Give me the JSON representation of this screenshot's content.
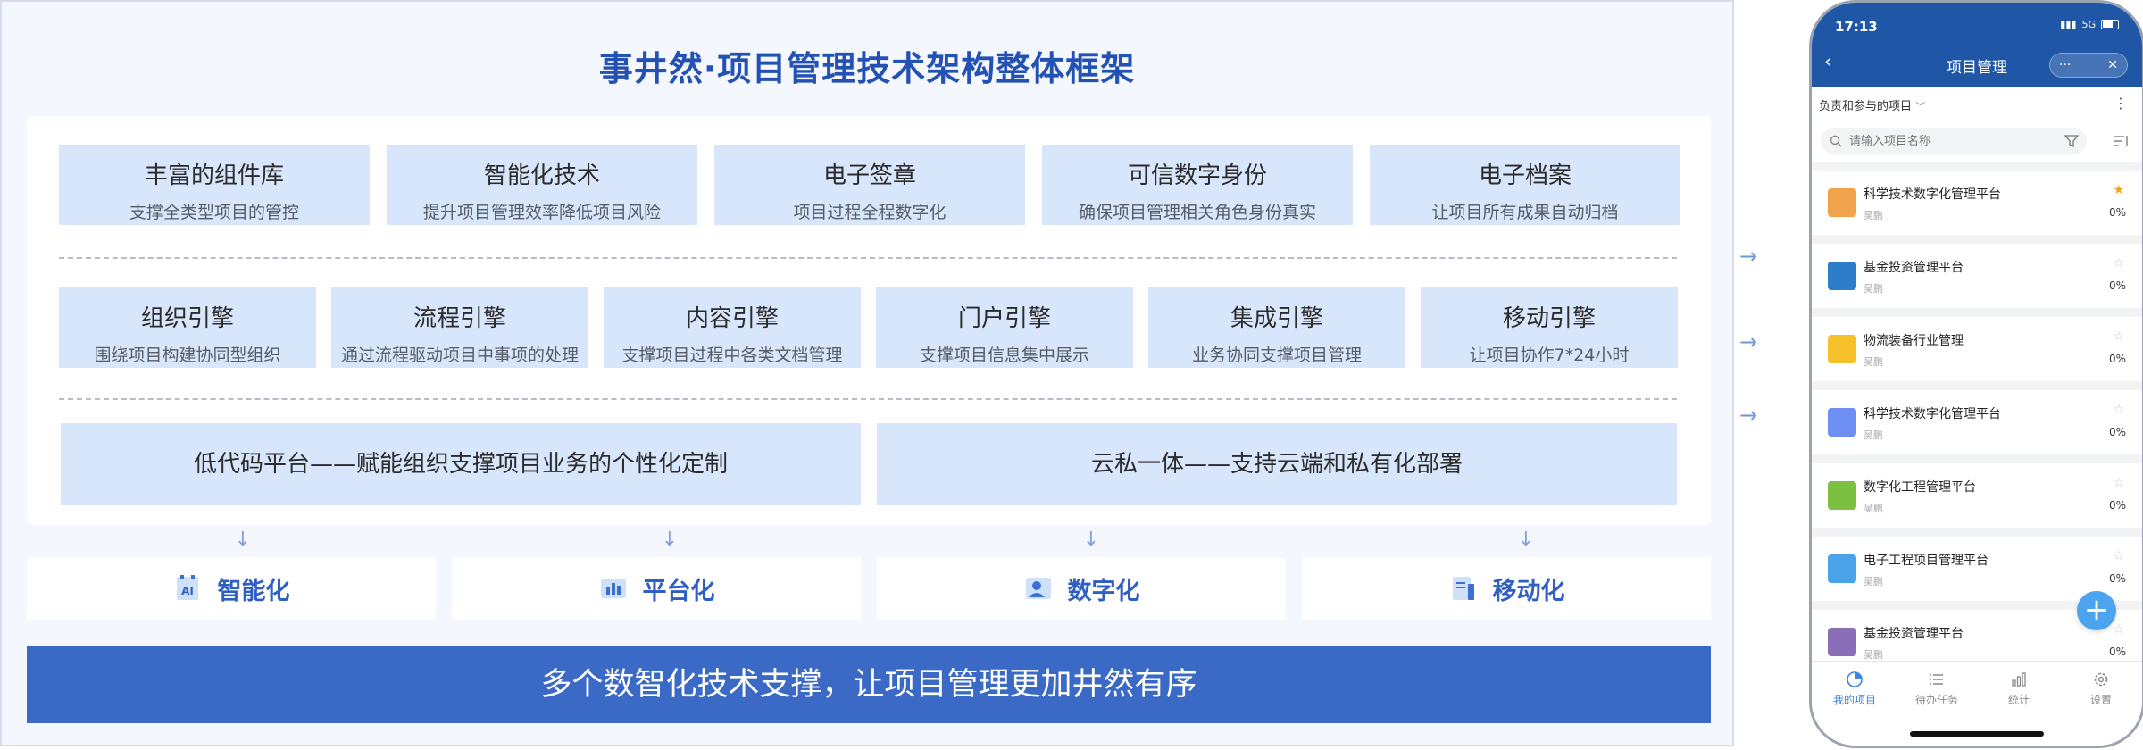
{
  "diagram": {
    "title": "事井然·项目管理技术架构整体框架",
    "row1": [
      {
        "title": "丰富的组件库",
        "subtitle": "支撑全类型项目的管控"
      },
      {
        "title": "智能化技术",
        "subtitle": "提升项目管理效率降低项目风险"
      },
      {
        "title": "电子签章",
        "subtitle": "项目过程全程数字化"
      },
      {
        "title": "可信数字身份",
        "subtitle": "确保项目管理相关角色身份真实"
      },
      {
        "title": "电子档案",
        "subtitle": "让项目所有成果自动归档"
      }
    ],
    "row2": [
      {
        "title": "组织引擎",
        "subtitle": "围绕项目构建协同型组织"
      },
      {
        "title": "流程引擎",
        "subtitle": "通过流程驱动项目中事项的处理"
      },
      {
        "title": "内容引擎",
        "subtitle": "支撑项目过程中各类文档管理"
      },
      {
        "title": "门户引擎",
        "subtitle": "支撑项目信息集中展示"
      },
      {
        "title": "集成引擎",
        "subtitle": "业务协同支撑项目管理"
      },
      {
        "title": "移动引擎",
        "subtitle": "让项目协作7*24小时"
      }
    ],
    "row3": [
      {
        "title": "低代码平台——赋能组织支撑项目业务的个性化定制"
      },
      {
        "title": "云私一体——支持云端和私有化部署"
      }
    ],
    "capabilities": [
      {
        "label": "智能化",
        "icon": "ai-chip-icon"
      },
      {
        "label": "平台化",
        "icon": "platform-chart-icon"
      },
      {
        "label": "数字化",
        "icon": "digital-user-icon"
      },
      {
        "label": "移动化",
        "icon": "mobile-doc-icon"
      }
    ],
    "banner": "多个数智化技术支撑，让项目管理更加井然有序"
  },
  "phone": {
    "status": {
      "time": "17:13",
      "network": "5G"
    },
    "nav": {
      "title": "项目管理",
      "more": "···",
      "close": "✕"
    },
    "filter": {
      "label": "负责和参与的项目"
    },
    "search": {
      "placeholder": "请输入项目名称"
    },
    "projects": [
      {
        "name": "科学技术数字化管理平台",
        "owner": "吴鹏",
        "progress": "0%",
        "starred": true,
        "icon_color": "#f0a34a"
      },
      {
        "name": "基金投资管理平台",
        "owner": "吴鹏",
        "progress": "0%",
        "starred": false,
        "icon_color": "#2d7dc9"
      },
      {
        "name": "物流装备行业管理",
        "owner": "吴鹏",
        "progress": "0%",
        "starred": false,
        "icon_color": "#f5c02a"
      },
      {
        "name": "科学技术数字化管理平台",
        "owner": "吴鹏",
        "progress": "0%",
        "starred": false,
        "icon_color": "#6d8ff2"
      },
      {
        "name": "数字化工程管理平台",
        "owner": "吴鹏",
        "progress": "0%",
        "starred": false,
        "icon_color": "#7bc043"
      },
      {
        "name": "电子工程项目管理平台",
        "owner": "吴鹏",
        "progress": "0%",
        "starred": false,
        "icon_color": "#4aa3e8"
      },
      {
        "name": "基金投资管理平台",
        "owner": "吴鹏",
        "progress": "0%",
        "starred": false,
        "icon_color": "#8a6fb8"
      }
    ],
    "tabs": [
      {
        "label": "我的项目",
        "active": true
      },
      {
        "label": "待办任务",
        "active": false
      },
      {
        "label": "统计",
        "active": false
      },
      {
        "label": "设置",
        "active": false
      }
    ],
    "colors": {
      "header": "#1f56a6",
      "accent": "#3b86e0",
      "star": "#f2a515"
    }
  }
}
